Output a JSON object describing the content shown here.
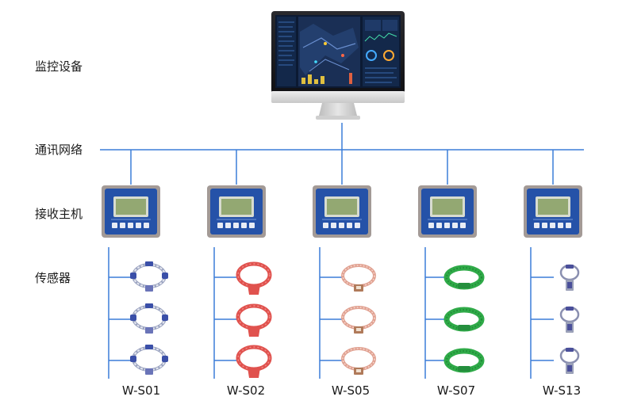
{
  "rows": {
    "monitor": "监控设备",
    "network": "通讯网络",
    "host": "接收主机",
    "sensor": "传感器"
  },
  "models": [
    "W-S01",
    "W-S02",
    "W-S05",
    "W-S07",
    "W-S13"
  ],
  "colors": {
    "line": "#3b7dd8",
    "host_face": "#2552a8",
    "host_frame": "#a39a96",
    "host_screen": "#93a872",
    "sensor_s01": "#3a4fa8",
    "sensor_s02": "#e0524e",
    "sensor_s05": "#e0a090",
    "sensor_s07": "#2faa48",
    "sensor_s13": "#4a4f9a"
  }
}
